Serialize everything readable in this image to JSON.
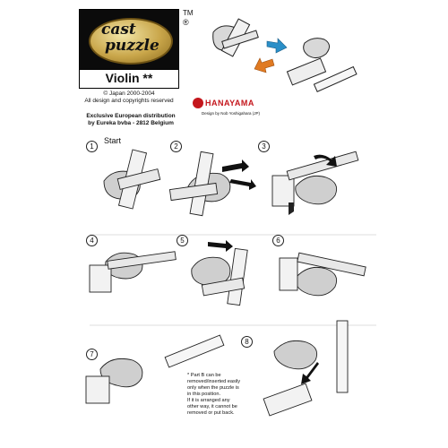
{
  "brand": {
    "logo_line1": "cast",
    "logo_line2": "puzzle",
    "trademark": "TM",
    "registered": "®"
  },
  "title": "Violin **",
  "copyright_line1": "© Japan 2000-2004",
  "copyright_line2": "All design and copyrights reserved",
  "distribution_line1": "Exclusive European distribution",
  "distribution_line2": "by Eureka bvba - 2812 Belgium",
  "manufacturer": "HANAYAMA",
  "designer": "Design by Nob Yoshigahara (JP)",
  "start_label": "Start",
  "steps": [
    "1",
    "2",
    "3",
    "4",
    "5",
    "6",
    "7",
    "8"
  ],
  "note_lines": [
    "* Part B can be",
    "removed/inserted easily",
    "only when the puzzle is",
    "in this position.",
    "If it is arranged any",
    "other way, it cannot be",
    "removed or put back."
  ],
  "colors": {
    "logo_bg": "#0b0b0b",
    "logo_gold": "#c9a64a",
    "hanayama_red": "#c4161c",
    "arrow_blue": "#2a8fc8",
    "arrow_orange": "#e07a22"
  }
}
